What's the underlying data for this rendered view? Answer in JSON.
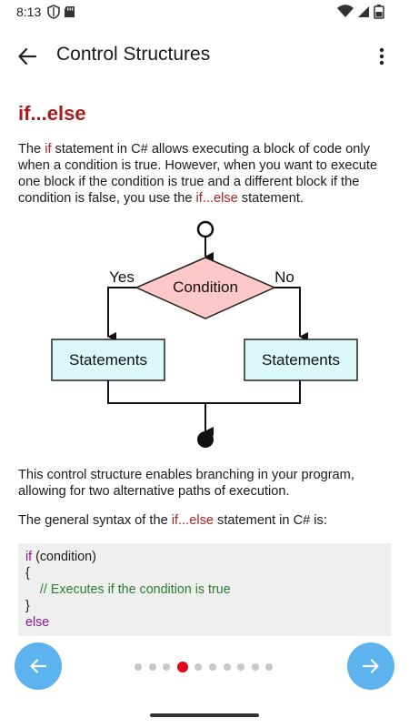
{
  "status_bar": {
    "time": "8:13"
  },
  "app_bar": {
    "title": "Control Structures"
  },
  "content": {
    "heading": "if...else",
    "intro": {
      "t1": "The ",
      "kw1": "if",
      "t2": " statement in C# allows executing a block of code only when a condition is true. However, when you want to execute one block if the condition is true and a different block if the condition is false, you use the ",
      "kw2": "if...else",
      "t3": " statement."
    },
    "diagram": {
      "condition": "Condition",
      "yes": "Yes",
      "no": "No",
      "left_box": "Statements",
      "right_box": "Statements"
    },
    "para2": "This control structure enables branching in your program, allowing for two alternative paths of execution.",
    "para3": {
      "t1": "The general syntax of the ",
      "kw": "if...else",
      "t2": " statement in C# is:"
    },
    "code": {
      "l1_kw": "if",
      "l1_rest": " (condition)",
      "l2": "{",
      "l3": "    // Executes if the condition is true",
      "l4": "}",
      "l5": "else"
    }
  },
  "pager": {
    "count": 10,
    "active_index": 3
  }
}
